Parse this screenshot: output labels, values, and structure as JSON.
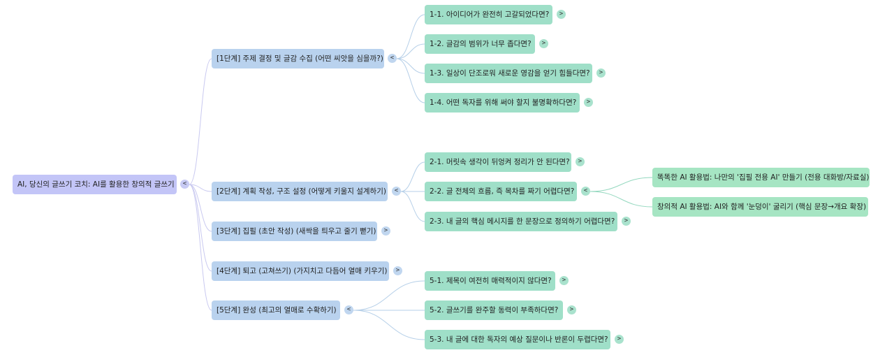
{
  "root": {
    "label": "AI, 당신의 글쓰기 코치: AI를 활용한 창의적 글쓰기",
    "toggle": "<"
  },
  "steps": [
    {
      "label": "[1단계] 주제 결정 및 글감 수집 (어떤 씨앗을 심을까?)",
      "toggle": "<",
      "children": [
        {
          "label": "1-1. 아이디어가 완전히 고갈되었다면?",
          "toggle": ">"
        },
        {
          "label": "1-2. 글감의 범위가 너무 좁다면?",
          "toggle": ">"
        },
        {
          "label": "1-3. 일상이 단조로워 새로운 영감을 얻기 힘들다면?",
          "toggle": ">"
        },
        {
          "label": "1-4. 어떤 독자를 위해 써야 할지 불명확하다면?",
          "toggle": ">"
        }
      ]
    },
    {
      "label": "[2단계] 계획 작성, 구조 설정 (어떻게 키울지 설계하기)",
      "toggle": "<",
      "children": [
        {
          "label": "2-1. 머릿속 생각이 뒤엉켜 정리가 안 된다면?",
          "toggle": ">"
        },
        {
          "label": "2-2. 글 전체의 흐름, 즉 목차를 짜기 어렵다면?",
          "toggle": "<",
          "children": [
            {
              "label": "똑똑한 AI 활용법: 나만의 '집필 전용 AI' 만들기 (전용 대화방/자료실)"
            },
            {
              "label": "창의적 AI 활용법: AI와 함께 '눈덩이' 굴리기 (핵심 문장→개요 확장)"
            }
          ]
        },
        {
          "label": "2-3. 내 글의 핵심 메시지를 한 문장으로 정의하기 어렵다면?",
          "toggle": ">"
        }
      ]
    },
    {
      "label": "[3단계] 집필 (초안 작성) (새싹을 틔우고 줄기 뻗기)",
      "toggle": ">"
    },
    {
      "label": "[4단계] 퇴고 (고쳐쓰기) (가지치고 다듬어 열매 키우기)",
      "toggle": ">"
    },
    {
      "label": "[5단계] 완성 (최고의 열매로 수확하기)",
      "toggle": "<",
      "children": [
        {
          "label": "5-1. 제목이 여전히 매력적이지 않다면?",
          "toggle": ">"
        },
        {
          "label": "5-2. 글쓰기를 완주할 동력이 부족하다면?",
          "toggle": ">"
        },
        {
          "label": "5-3. 내 글에 대한 독자의 예상 질문이나 반론이 두렵다면?",
          "toggle": ">"
        }
      ]
    }
  ],
  "colors": {
    "root_fill": "#c3c5f7",
    "step_fill": "#b9d2ee",
    "sub_fill": "#9fdfc8",
    "leaf_fill": "#a6e5c3",
    "root_link": "#c9c9f0",
    "step_link": "#b5cfe8",
    "sub_link": "#94d8bf"
  }
}
